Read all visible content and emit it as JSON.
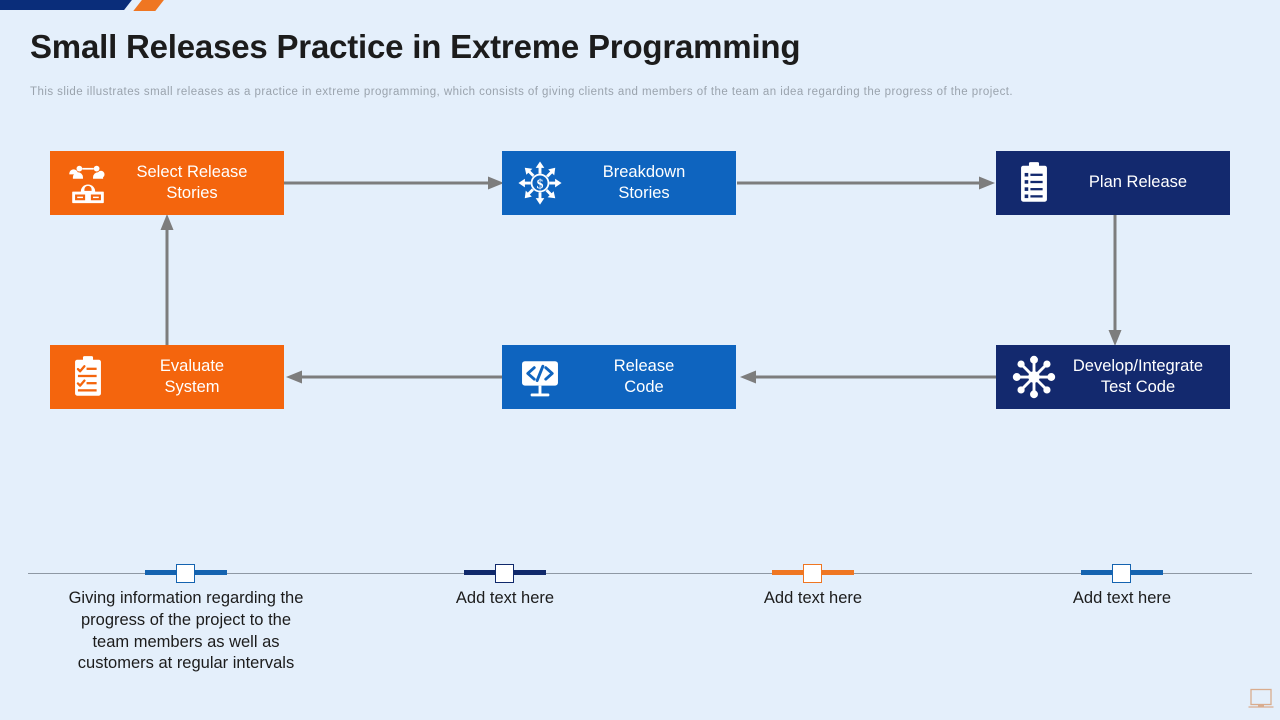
{
  "slide": {
    "title": "Small Releases Practice in Extreme Programming",
    "subtitle": "This slide illustrates small releases as a practice in extreme programming, which consists of giving clients and members of the team an idea regarding the progress of the project.",
    "background_color": "#e4effb",
    "corner_ribbon": {
      "navy": "#0a2d7a",
      "orange": "#ef7622"
    }
  },
  "colors": {
    "orange": "#f4650d",
    "blue": "#0e64bf",
    "navy": "#13296e",
    "connector_gray": "#7d7d7d",
    "axis_gray": "#8e98a4",
    "text_dark": "#1c1c1c",
    "subtitle_gray": "#9aa3ad"
  },
  "process": {
    "steps": [
      {
        "id": "select-release-stories",
        "label": "Select Release\nStories",
        "icon": "team-network-icon",
        "color": "#f4650d"
      },
      {
        "id": "breakdown-stories",
        "label": "Breakdown\nStories",
        "icon": "dollar-distribution-icon",
        "color": "#0e64bf"
      },
      {
        "id": "plan-release",
        "label": "Plan Release",
        "icon": "clipboard-list-icon",
        "color": "#13296e"
      },
      {
        "id": "develop-integrate-test-code",
        "label": "Develop/Integrate\nTest Code",
        "icon": "network-hub-icon",
        "color": "#13296e"
      },
      {
        "id": "release-code",
        "label": "Release\nCode",
        "icon": "code-monitor-icon",
        "color": "#0e64bf"
      },
      {
        "id": "evaluate-system",
        "label": "Evaluate\nSystem",
        "icon": "clipboard-check-icon",
        "color": "#f4650d"
      }
    ],
    "connectors": [
      {
        "id": "arrow-select-to-breakdown",
        "direction": "right"
      },
      {
        "id": "arrow-breakdown-to-plan",
        "direction": "right"
      },
      {
        "id": "arrow-plan-to-develop",
        "direction": "down"
      },
      {
        "id": "arrow-develop-to-release",
        "direction": "left"
      },
      {
        "id": "arrow-release-to-evaluate",
        "direction": "left"
      },
      {
        "id": "arrow-evaluate-to-select",
        "direction": "up"
      }
    ]
  },
  "timeline": {
    "items": [
      {
        "id": "timeline-item-1",
        "text": "Giving information regarding the\nprogress of the project to the\nteam members as well as\ncustomers at regular intervals",
        "bar_color": "#1463b0",
        "square_border": "#1463b0"
      },
      {
        "id": "timeline-item-2",
        "text": "Add text here",
        "bar_color": "#10296b",
        "square_border": "#10296b"
      },
      {
        "id": "timeline-item-3",
        "text": "Add text here",
        "bar_color": "#ef7622",
        "square_border": "#ef7622"
      },
      {
        "id": "timeline-item-4",
        "text": "Add text here",
        "bar_color": "#1463b0",
        "square_border": "#1463b0"
      }
    ]
  }
}
